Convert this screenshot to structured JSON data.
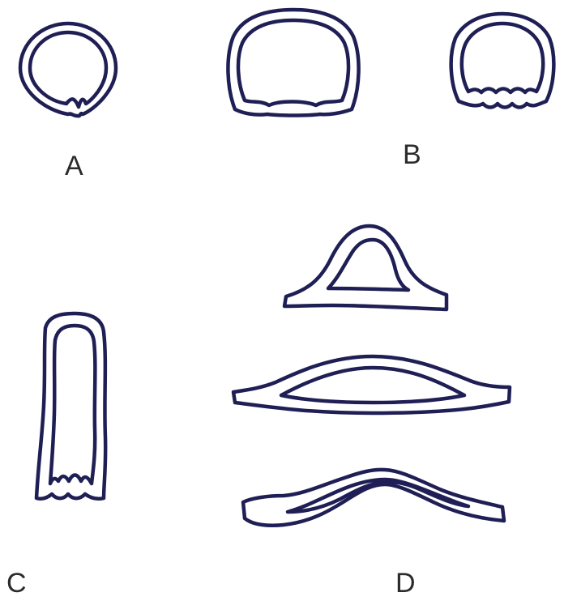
{
  "labels": {
    "a": "A",
    "b": "B",
    "c": "C",
    "d": "D"
  },
  "colors": {
    "stroke": "#1f1f55",
    "label": "#2b2b2b",
    "background": "#ffffff"
  }
}
